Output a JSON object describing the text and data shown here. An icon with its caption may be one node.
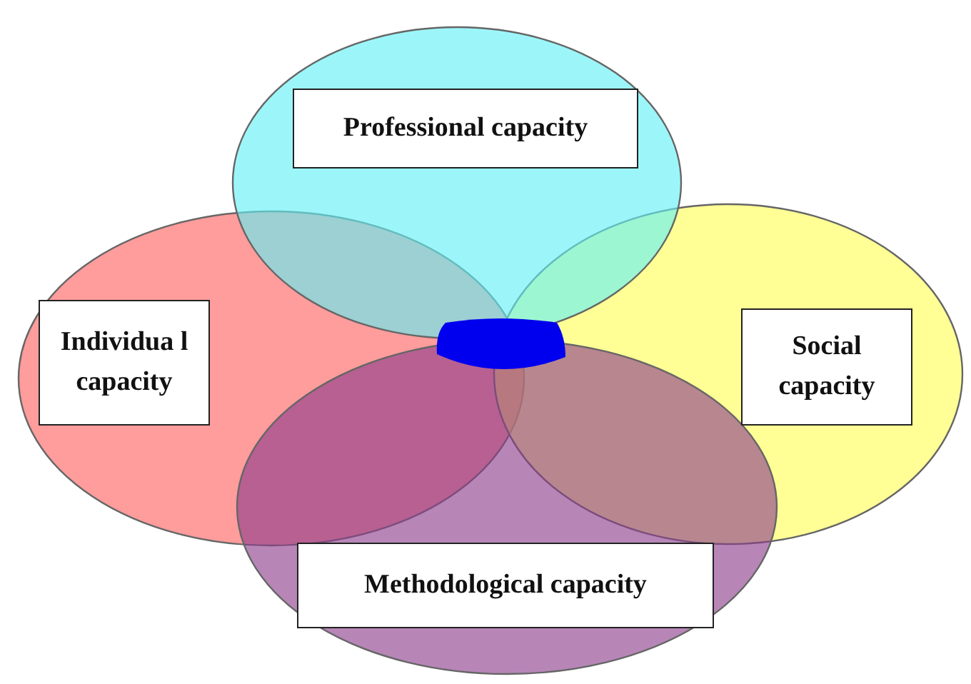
{
  "diagram": {
    "nodes": [
      {
        "text": [
          "Professional capacity"
        ]
      },
      {
        "text": [
          "Individua l capacity"
        ]
      },
      {
        "text": [
          "Social capacity"
        ]
      },
      {
        "text": [
          "Methodological capacity"
        ]
      },
      {
        "text": [],
        "shape": "box"
      }
    ],
    "edges": []
  }
}
